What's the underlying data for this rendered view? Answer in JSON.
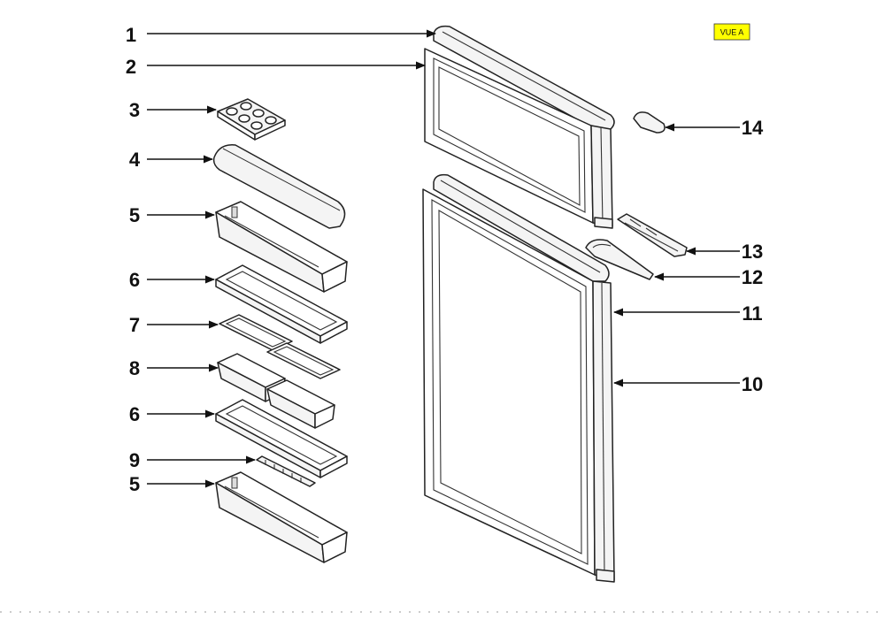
{
  "badge": {
    "text": "VUE A",
    "color": "#ffff00"
  },
  "callouts": [
    {
      "id": "c1",
      "label": "1"
    },
    {
      "id": "c2",
      "label": "2"
    },
    {
      "id": "c3",
      "label": "3"
    },
    {
      "id": "c4",
      "label": "4"
    },
    {
      "id": "c5a",
      "label": "5"
    },
    {
      "id": "c6a",
      "label": "6"
    },
    {
      "id": "c7",
      "label": "7"
    },
    {
      "id": "c8",
      "label": "8"
    },
    {
      "id": "c6b",
      "label": "6"
    },
    {
      "id": "c9",
      "label": "9"
    },
    {
      "id": "c5b",
      "label": "5"
    },
    {
      "id": "c14",
      "label": "14"
    },
    {
      "id": "c13",
      "label": "13"
    },
    {
      "id": "c12",
      "label": "12"
    },
    {
      "id": "c11",
      "label": "11"
    },
    {
      "id": "c10",
      "label": "10"
    }
  ]
}
